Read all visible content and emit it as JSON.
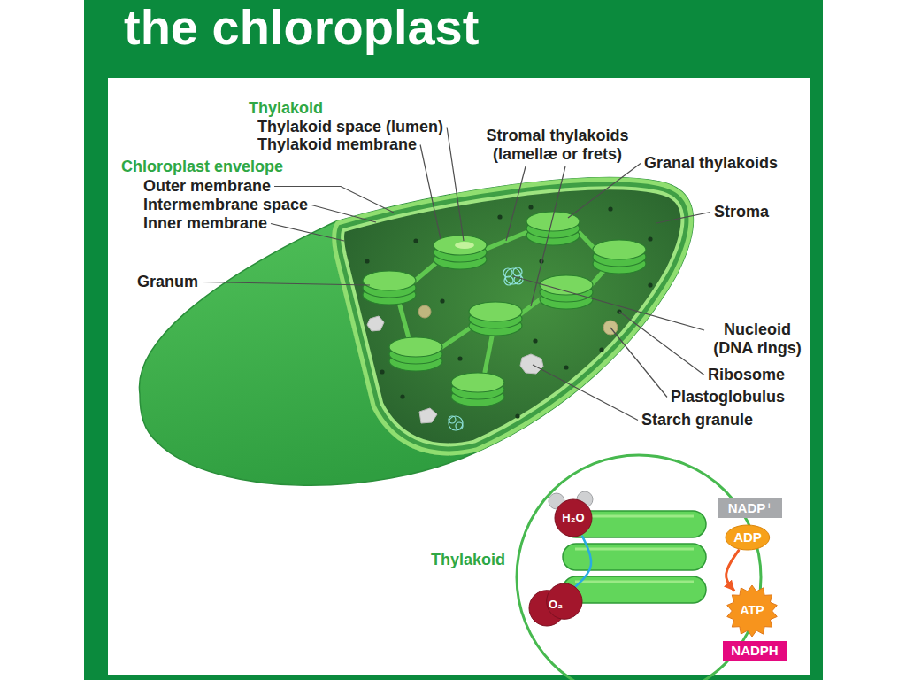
{
  "diagram": {
    "title": "the chloroplast",
    "nodes": [
      {
        "text": [
          "H₂O"
        ]
      },
      {
        "text": [
          "O₂"
        ]
      },
      {
        "text": [
          "NADP⁺"
        ]
      },
      {
        "text": [
          "ADP"
        ]
      },
      {
        "text": [
          "ATP"
        ]
      },
      {
        "text": [
          "NADPH"
        ]
      }
    ],
    "edges": [
      {
        "from": 0,
        "to": 1,
        "arrow": "none"
      },
      {
        "from": 3,
        "to": 4,
        "arrow": "to"
      }
    ],
    "labels": [
      "Thylakoid",
      "Thylakoid space (lumen)",
      "Thylakoid membrane",
      "Stromal thylakoids (lamellæ or frets)",
      "Granal thylakoids",
      "Chloroplast envelope",
      "Outer membrane",
      "Intermembrane space",
      "Inner membrane",
      "Stroma",
      "Granum",
      "Nucleoid (DNA rings)",
      "Ribosome",
      "Plastoglobulus",
      "Starch granule",
      "Thylakoid"
    ]
  }
}
